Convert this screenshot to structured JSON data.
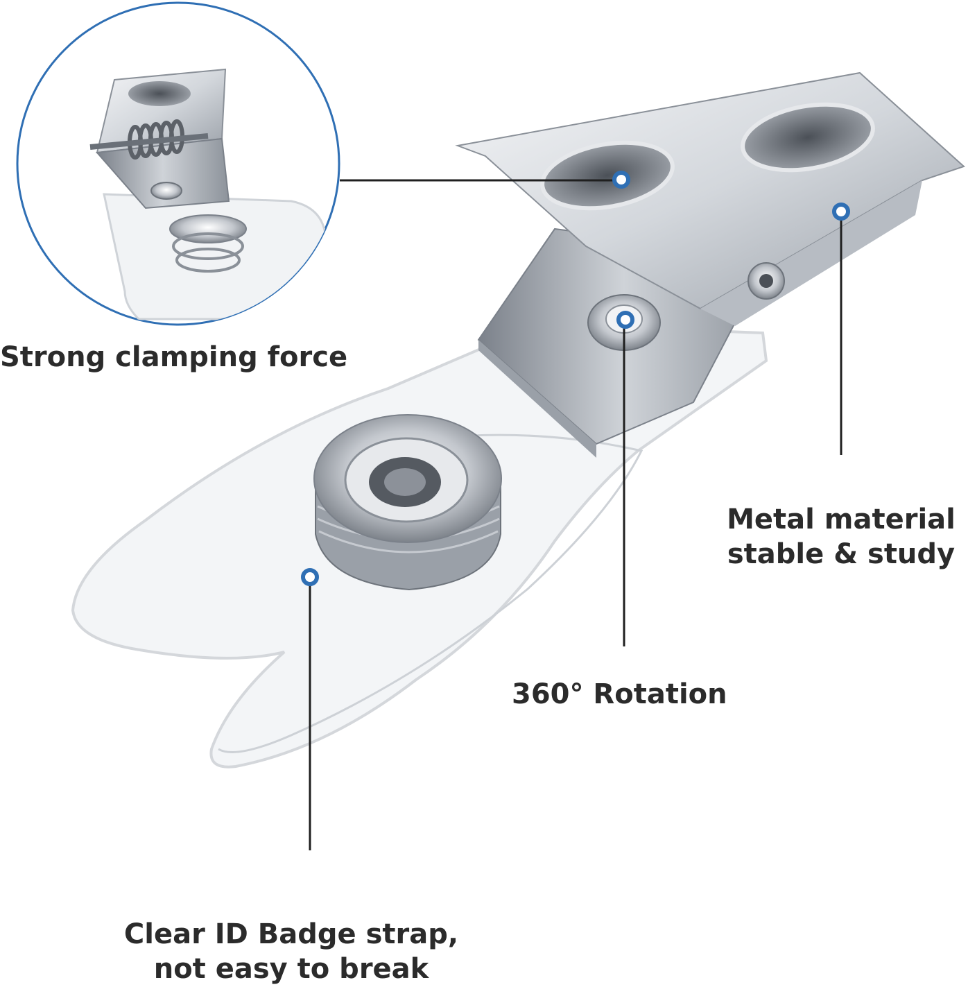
{
  "colors": {
    "accent": "#2f6fb4",
    "text": "#2b2b2b",
    "metal_light": "#e9ebee",
    "metal_mid": "#b9bec5",
    "metal_dark": "#6f757d",
    "strap": "#d4d7db"
  },
  "callouts": {
    "clamp": {
      "text": "Strong clamping force"
    },
    "metal": {
      "line1": "Metal material",
      "line2": "stable & study"
    },
    "rotation": {
      "text": "360° Rotation"
    },
    "strap": {
      "line1": "Clear ID Badge strap,",
      "line2": "not easy to break"
    }
  },
  "icons": [
    "zoom-detail-circle",
    "marker-dot"
  ]
}
